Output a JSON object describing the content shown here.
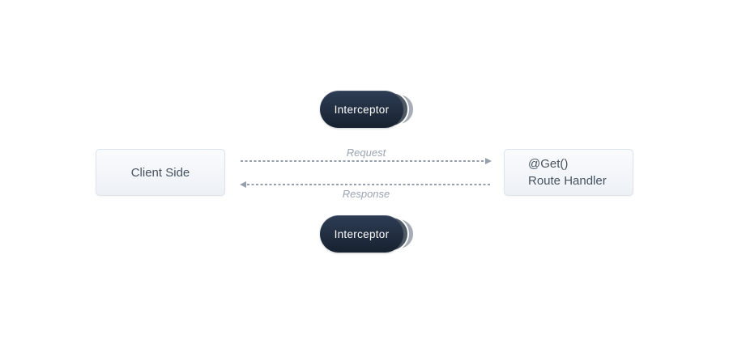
{
  "nodes": {
    "interceptor_top": {
      "label": "Interceptor"
    },
    "interceptor_bottom": {
      "label": "Interceptor"
    },
    "client": {
      "label": "Client Side"
    },
    "route_handler": {
      "decorator": "@Get()",
      "label": "Route Handler"
    }
  },
  "edges": {
    "request": {
      "label": "Request",
      "direction": "right",
      "style": "dashed"
    },
    "response": {
      "label": "Response",
      "direction": "left",
      "style": "dashed"
    }
  },
  "colors": {
    "background": "#ffffff",
    "pill_gradient_top": "#2e3d55",
    "pill_gradient_bottom": "#17212f",
    "pill_layer_mid": "#505a66",
    "pill_layer_back": "#a6adb6",
    "pill_text": "#ffffff",
    "box_gradient_top": "#fafbfd",
    "box_gradient_bottom": "#edf1f6",
    "box_border": "#dce3ea",
    "box_text": "#47525f",
    "arrow": "#96a0ad",
    "edge_label": "#9aa4b1"
  }
}
